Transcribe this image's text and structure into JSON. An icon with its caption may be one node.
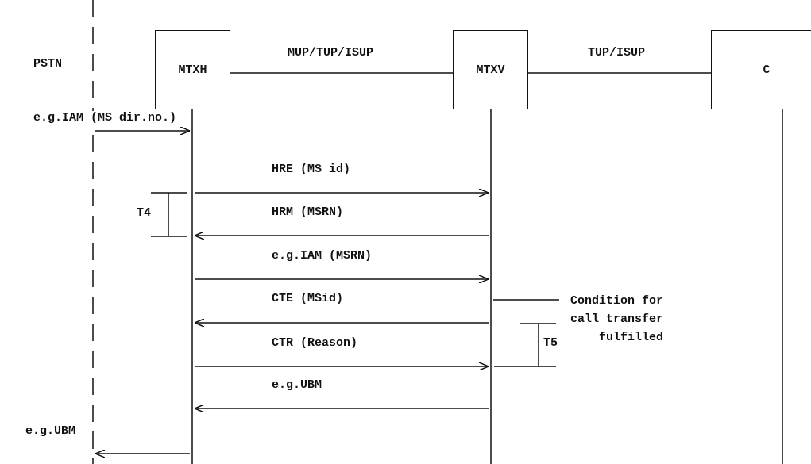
{
  "diagram": {
    "nodes": [
      {
        "text": [
          "PSTN"
        ]
      },
      {
        "text": [
          "MTXH"
        ]
      },
      {
        "text": [
          "MTXV"
        ]
      },
      {
        "text": [
          "C"
        ]
      },
      {
        "text": [
          "Condition for call transfer fulfilled"
        ]
      },
      {
        "text": [],
        "shape": "line"
      },
      {
        "text": [],
        "shape": "line"
      },
      {
        "text": [],
        "shape": "line"
      },
      {
        "text": [],
        "shape": "line"
      }
    ],
    "edges": [
      {
        "from": 1,
        "to": 2,
        "arrow": "none",
        "label": "MUP/TUP/ISUP"
      },
      {
        "from": 2,
        "to": 3,
        "arrow": "none",
        "label": "TUP/ISUP"
      },
      {
        "from": 5,
        "to": 6,
        "arrow": "to",
        "label": "e.g.IAM (MS dir.no.)"
      },
      {
        "from": 6,
        "to": 7,
        "arrow": "to",
        "label": "HRE (MS id)"
      },
      {
        "from": 7,
        "to": 6,
        "arrow": "to",
        "label": "HRM (MSRN)"
      },
      {
        "from": 6,
        "to": 7,
        "arrow": "to",
        "label": "e.g.IAM (MSRN)"
      },
      {
        "from": 7,
        "to": 6,
        "arrow": "to",
        "label": "CTE (MSid)"
      },
      {
        "from": 4,
        "to": 7,
        "arrow": "none"
      },
      {
        "from": 6,
        "to": 7,
        "arrow": "to",
        "label": "CTR (Reason)"
      },
      {
        "from": 7,
        "to": 6,
        "arrow": "to",
        "label": "e.g.UBM"
      },
      {
        "from": 6,
        "to": 5,
        "arrow": "to",
        "label": "e.g.UBM"
      }
    ],
    "labels": [
      "T4",
      "T5"
    ]
  }
}
